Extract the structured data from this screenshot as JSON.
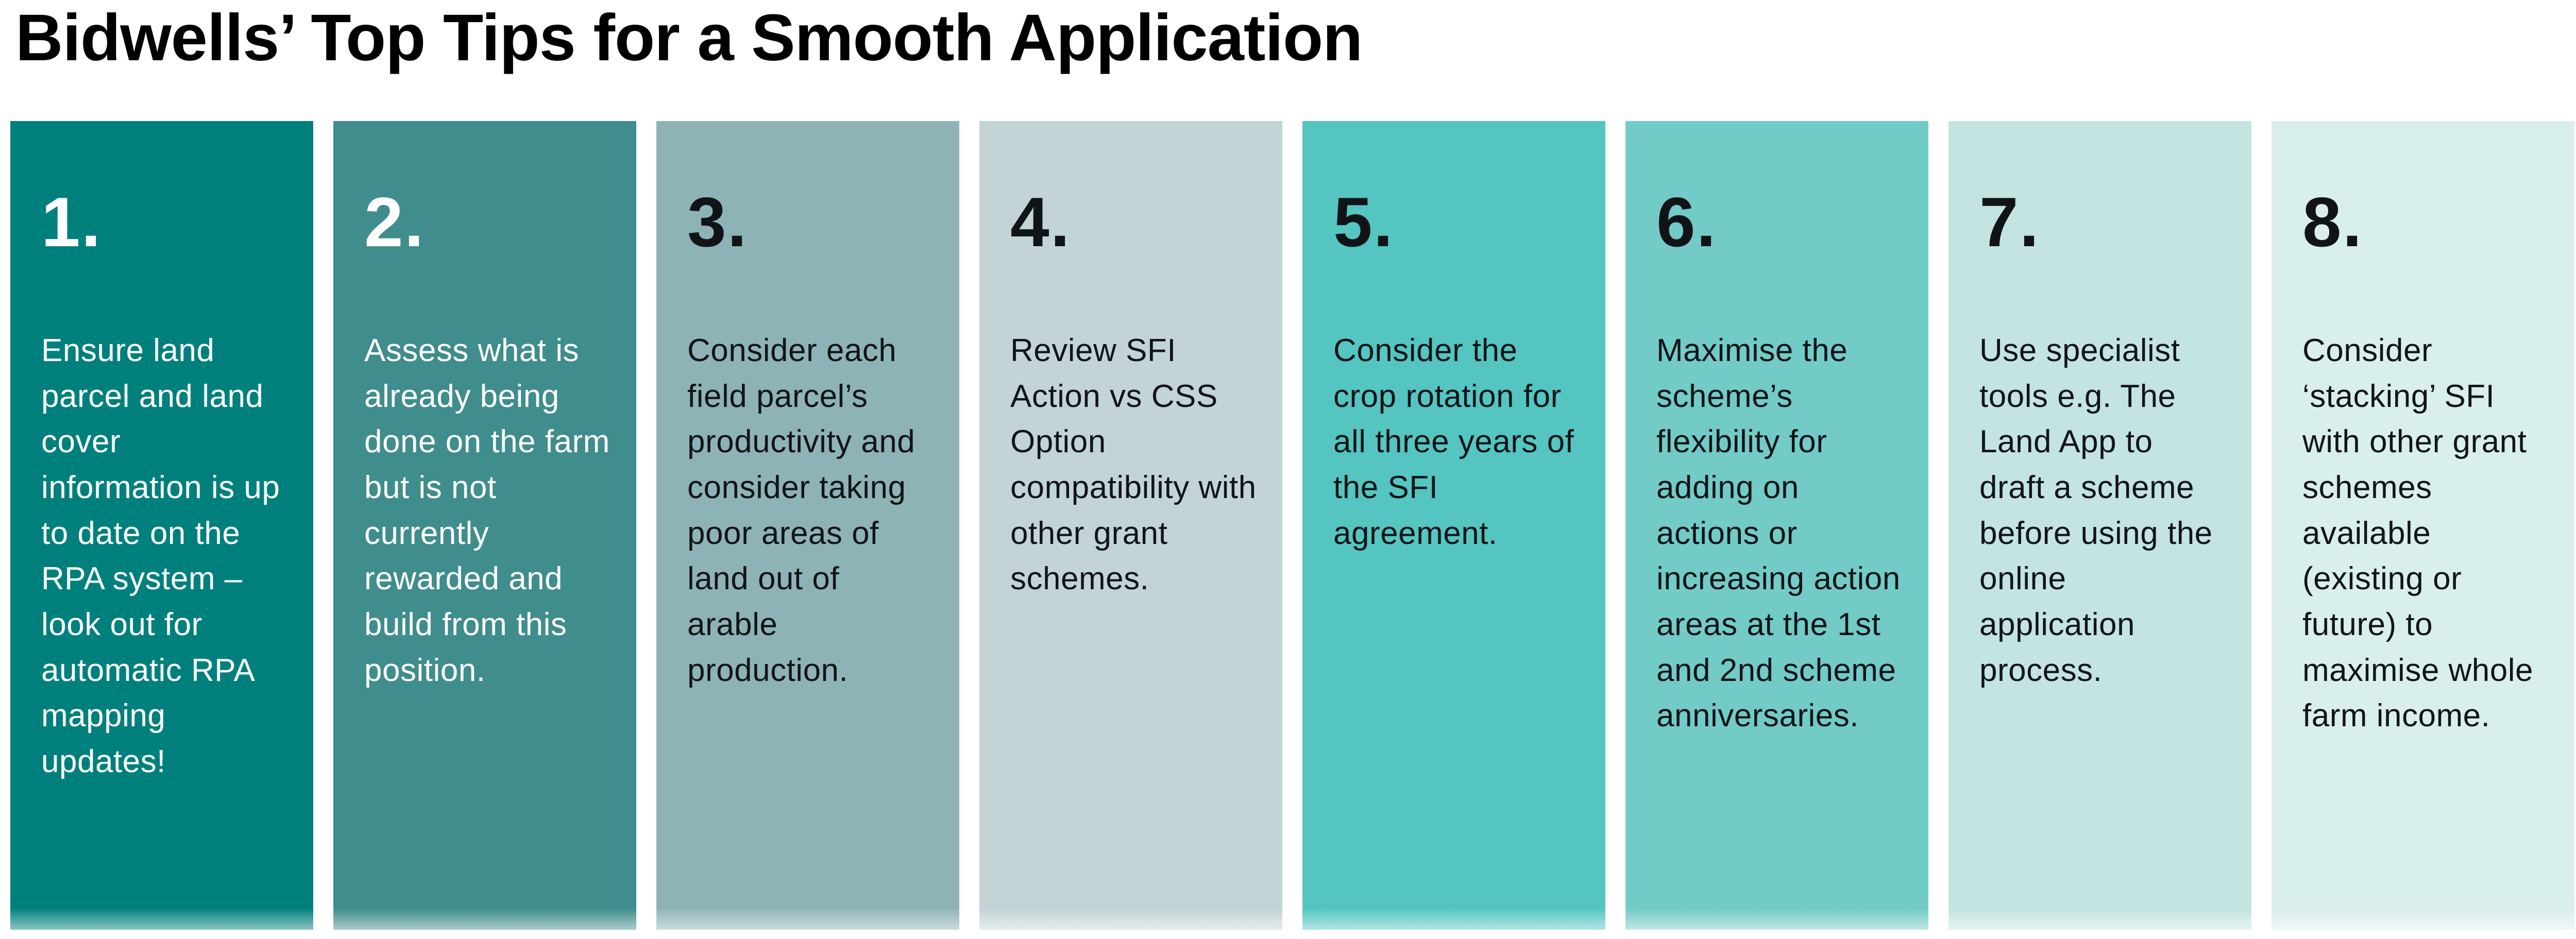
{
  "title": "Bidwells’ Top Tips for a Smooth Application",
  "colors": {
    "page_background": "#ffffff",
    "title_color": "#000000",
    "light_text": "#ffffff",
    "dark_text": "#111417"
  },
  "cards": [
    {
      "number": "1.",
      "text": "Ensure land parcel and land cover information is up to date on the RPA system – look out for automatic RPA mapping updates!",
      "bg": "#00807D",
      "text_color": "#ffffff"
    },
    {
      "number": "2.",
      "text": "Assess what is already being done on the farm but is not currently rewarded and build from this position.",
      "bg": "#3F8D8C",
      "text_color": "#ffffff"
    },
    {
      "number": "3.",
      "text": "Consider each field parcel’s productivity and consider taking poor areas of land out of arable production.",
      "bg": "#8EB3B6",
      "text_color": "#111417"
    },
    {
      "number": "4.",
      "text": "Review SFI Action vs CSS Option compatibility with other grant schemes.",
      "bg": "#C2D4D6",
      "text_color": "#111417"
    },
    {
      "number": "5.",
      "text": "Consider the crop rotation for all three years of the SFI agreement.",
      "bg": "#54C5C0",
      "text_color": "#111417"
    },
    {
      "number": "6.",
      "text": "Maximise the scheme’s flexibility for adding on actions or increasing action areas at the 1st and 2nd scheme anniversaries.",
      "bg": "#72CBC7",
      "text_color": "#111417"
    },
    {
      "number": "7.",
      "text": "Use specialist tools e.g. The Land App to draft a scheme before using the online application process.",
      "bg": "#C3E4E1",
      "text_color": "#111417"
    },
    {
      "number": "8.",
      "text": "Consider ‘stacking’ SFI with other grant schemes available (existing or future) to maximise whole farm income.",
      "bg": "#D9EFEC",
      "text_color": "#111417"
    }
  ]
}
